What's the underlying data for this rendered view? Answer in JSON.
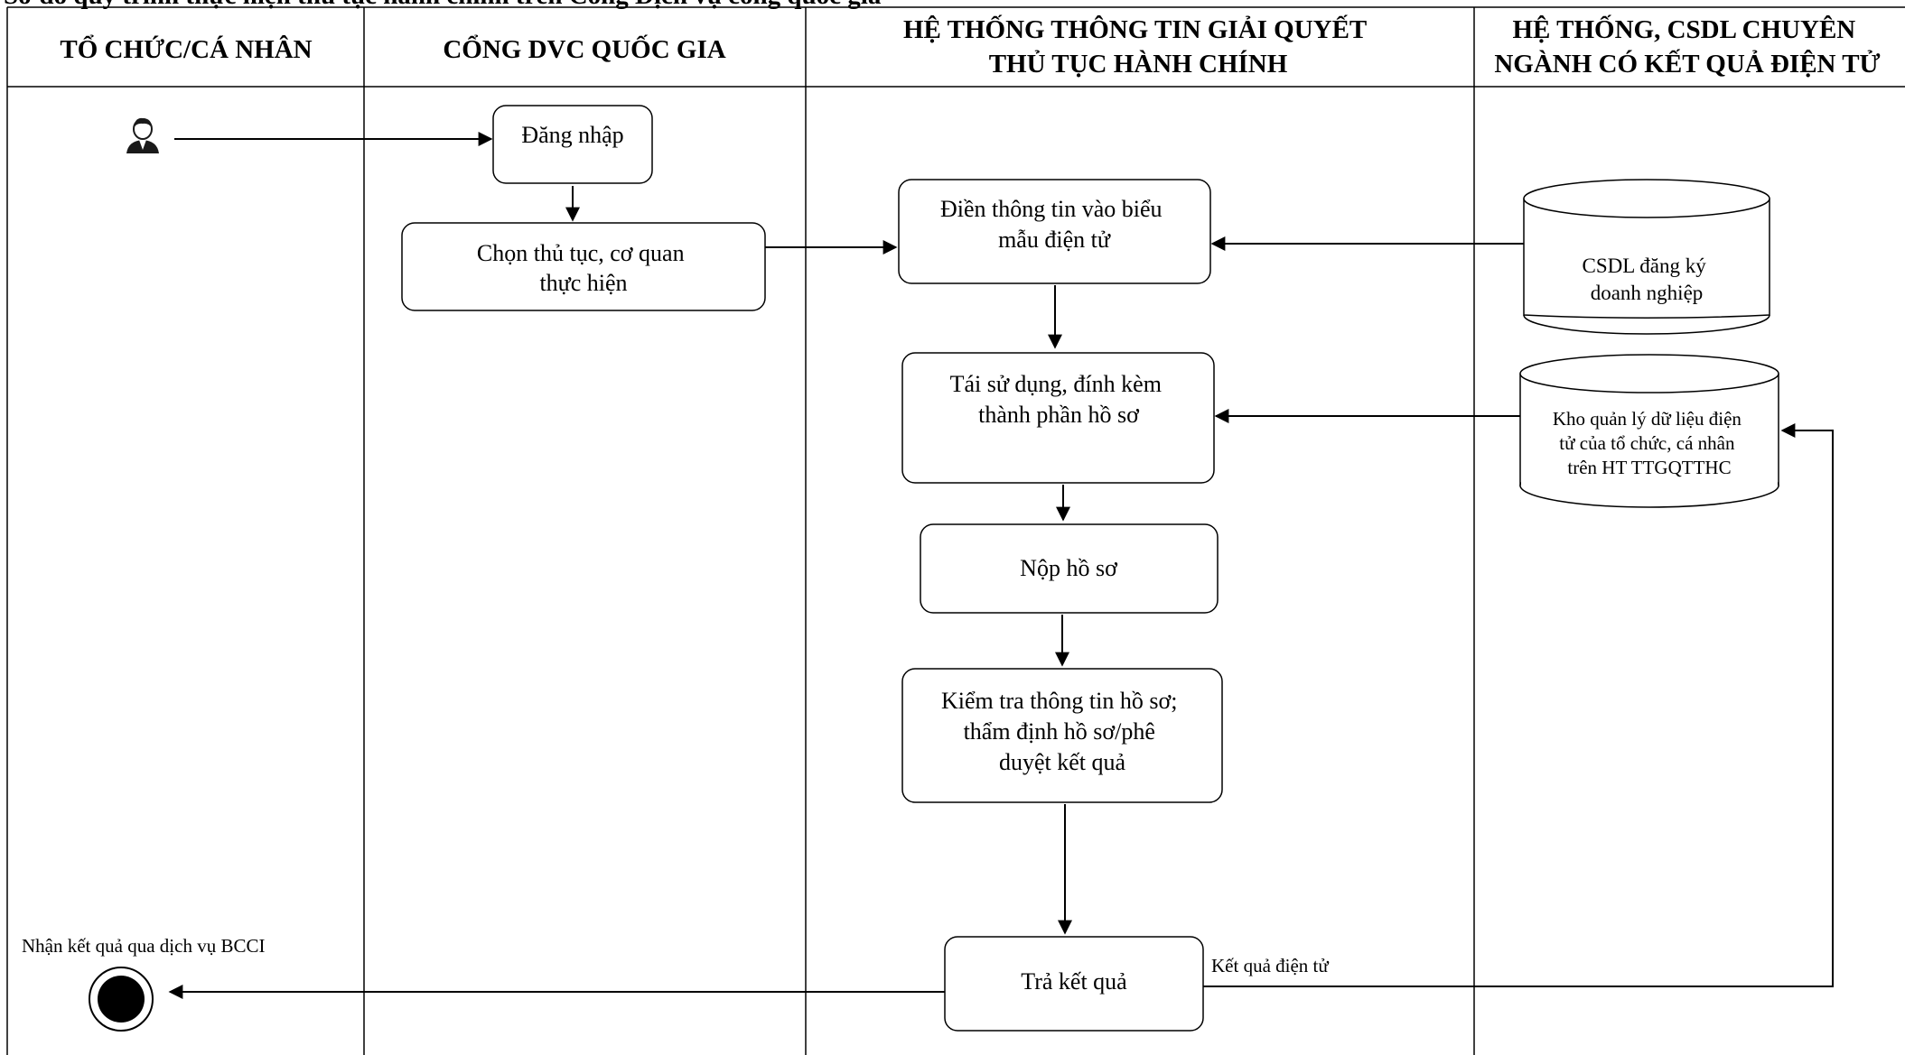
{
  "top_line_partial": "Sơ đồ quy trình thực hiện thủ tục hành chính trên Cổng Dịch vụ công quốc gia",
  "lanes": [
    {
      "title_lines": [
        "TỔ CHỨC/CÁ NHÂN"
      ]
    },
    {
      "title_lines": [
        "CỔNG DVC QUỐC GIA"
      ]
    },
    {
      "title_lines": [
        "HỆ THỐNG THÔNG TIN GIẢI QUYẾT",
        "THỦ TỤC HÀNH CHÍNH"
      ]
    },
    {
      "title_lines": [
        "HỆ THỐNG, CSDL CHUYÊN",
        "NGÀNH CÓ KẾT QUẢ ĐIỆN TỬ"
      ]
    }
  ],
  "actor": {
    "icon": "person-icon"
  },
  "nodes": {
    "login": {
      "lines": [
        "Đăng nhập"
      ]
    },
    "choose": {
      "lines": [
        "Chọn thủ tục, cơ quan",
        "thực hiện"
      ]
    },
    "fill": {
      "lines": [
        "Điền thông tin vào biểu",
        "mẫu điện tử"
      ]
    },
    "reuse": {
      "lines": [
        "Tái sử dụng, đính kèm",
        "thành phần hồ sơ"
      ]
    },
    "submit": {
      "lines": [
        "Nộp hồ sơ"
      ]
    },
    "review": {
      "lines": [
        "Kiểm tra thông tin hồ sơ;",
        "thẩm định hồ sơ/phê",
        "duyệt kết quả"
      ]
    },
    "result": {
      "lines": [
        "Trả kết quả"
      ]
    }
  },
  "databases": {
    "business_db": {
      "lines": [
        "CSDL đăng ký",
        "doanh nghiệp"
      ]
    },
    "data_store": {
      "lines": [
        "Kho quản lý dữ liệu điện",
        "tử của tổ chức, cá nhân",
        "trên HT TTGQTTHC"
      ]
    }
  },
  "labels": {
    "end_label": "Nhận kết quả qua dịch vụ BCCI",
    "electronic_result": "Kết quả điện tử"
  }
}
